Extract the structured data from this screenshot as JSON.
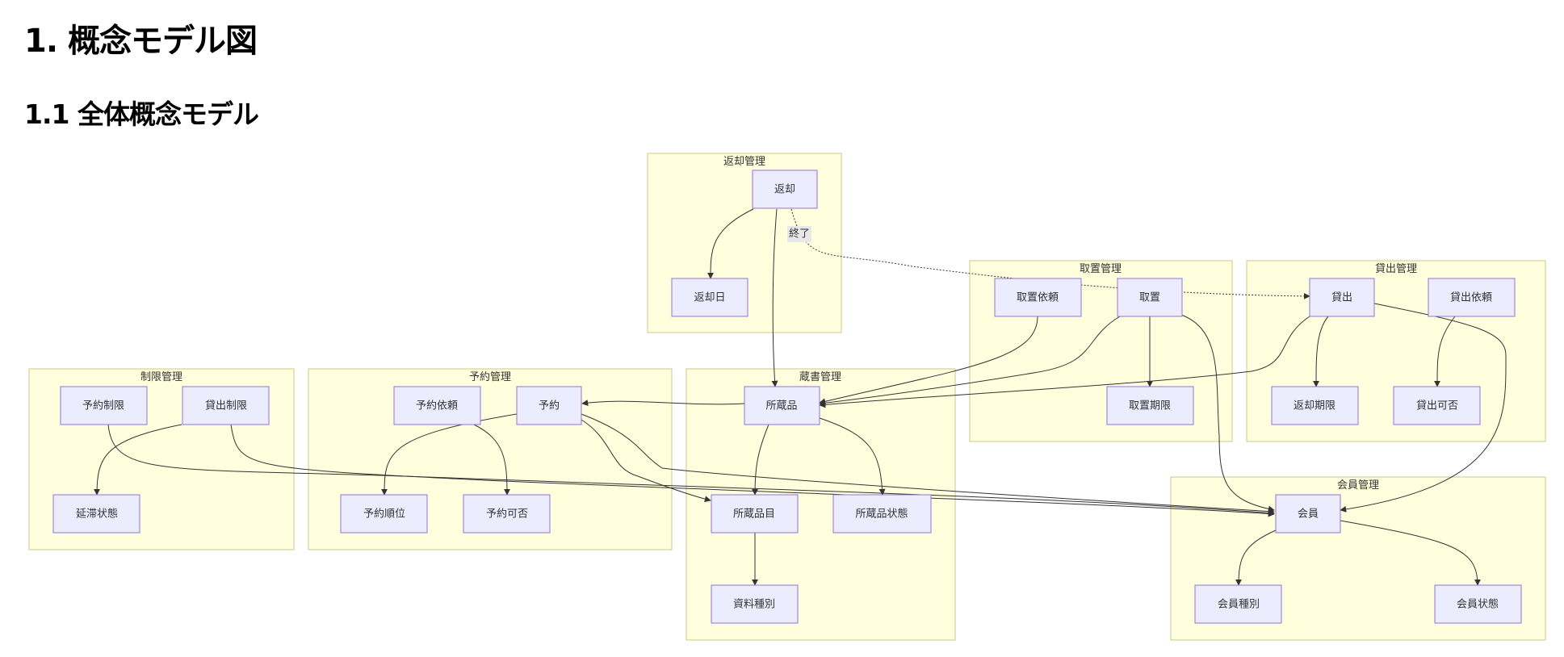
{
  "heading1": "1. 概念モデル図",
  "heading2": "1.1 全体概念モデル",
  "groups": [
    {
      "id": "return",
      "title": "返却管理"
    },
    {
      "id": "hold",
      "title": "取置管理"
    },
    {
      "id": "lend",
      "title": "貸出管理"
    },
    {
      "id": "limit",
      "title": "制限管理"
    },
    {
      "id": "reserve",
      "title": "予約管理"
    },
    {
      "id": "collection",
      "title": "蔵書管理"
    },
    {
      "id": "member",
      "title": "会員管理"
    }
  ],
  "nodes": [
    {
      "id": "henkyaku",
      "label": "返却"
    },
    {
      "id": "henkyakubi",
      "label": "返却日"
    },
    {
      "id": "torioki_irai",
      "label": "取置依頼"
    },
    {
      "id": "torioki",
      "label": "取置"
    },
    {
      "id": "torioki_kigen",
      "label": "取置期限"
    },
    {
      "id": "kashidashi",
      "label": "貸出"
    },
    {
      "id": "kashidashi_irai",
      "label": "貸出依頼"
    },
    {
      "id": "henkyaku_kigen",
      "label": "返却期限"
    },
    {
      "id": "kashidashi_kahi",
      "label": "貸出可否"
    },
    {
      "id": "yoyaku_seigen",
      "label": "予約制限"
    },
    {
      "id": "kashidashi_seigen",
      "label": "貸出制限"
    },
    {
      "id": "entai_jotai",
      "label": "延滞状態"
    },
    {
      "id": "yoyaku_irai",
      "label": "予約依頼"
    },
    {
      "id": "yoyaku",
      "label": "予約"
    },
    {
      "id": "yoyaku_juni",
      "label": "予約順位"
    },
    {
      "id": "yoyaku_kahi",
      "label": "予約可否"
    },
    {
      "id": "shozohin",
      "label": "所蔵品"
    },
    {
      "id": "shozohinmoku",
      "label": "所蔵品目"
    },
    {
      "id": "shozohin_jotai",
      "label": "所蔵品状態"
    },
    {
      "id": "shiryo_shubetsu",
      "label": "資料種別"
    },
    {
      "id": "kaiin",
      "label": "会員"
    },
    {
      "id": "kaiin_shubetsu",
      "label": "会員種別"
    },
    {
      "id": "kaiin_jotai",
      "label": "会員状態"
    }
  ],
  "edge_label": "終了"
}
